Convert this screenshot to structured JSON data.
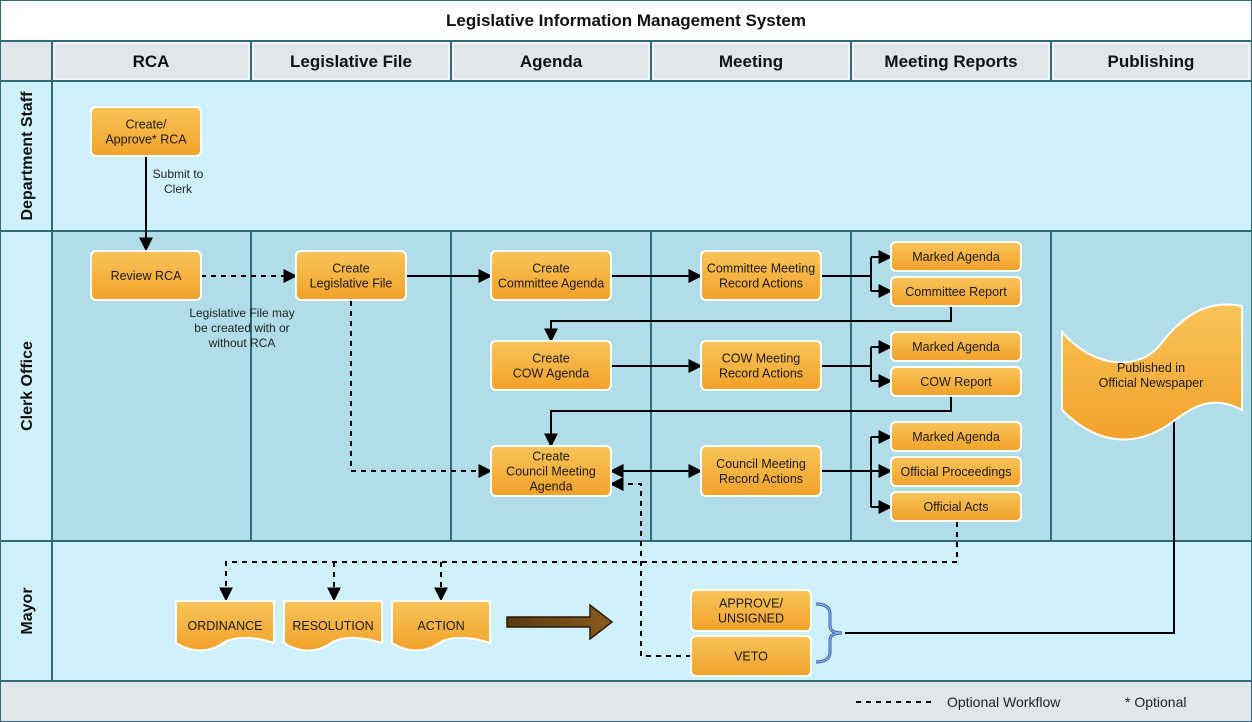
{
  "title": "Legislative Information Management System",
  "columns": [
    "RCA",
    "Legislative File",
    "Agenda",
    "Meeting",
    "Meeting Reports",
    "Publishing"
  ],
  "rows": [
    "Department Staff",
    "Clerk Office",
    "Mayor"
  ],
  "nodes": {
    "create_rca": [
      "Create/",
      "Approve* RCA"
    ],
    "review_rca": [
      "Review RCA"
    ],
    "create_leg_file": [
      "Create",
      "Legislative File"
    ],
    "create_committee_agenda": [
      "Create",
      "Committee Agenda"
    ],
    "committee_meeting": [
      "Committee Meeting",
      "Record Actions"
    ],
    "marked_agenda_1": [
      "Marked Agenda"
    ],
    "committee_report": [
      "Committee Report"
    ],
    "create_cow_agenda": [
      "Create",
      "COW Agenda"
    ],
    "cow_meeting": [
      "COW Meeting",
      "Record Actions"
    ],
    "marked_agenda_2": [
      "Marked Agenda"
    ],
    "cow_report": [
      "COW Report"
    ],
    "create_council_agenda": [
      "Create",
      "Council Meeting",
      "Agenda"
    ],
    "council_meeting": [
      "Council Meeting",
      "Record Actions"
    ],
    "marked_agenda_3": [
      "Marked Agenda"
    ],
    "official_proceedings": [
      "Official Proceedings"
    ],
    "official_acts": [
      "Official Acts"
    ],
    "published": [
      "Published in",
      "Official Newspaper"
    ],
    "ordinance": [
      "ORDINANCE"
    ],
    "resolution": [
      "RESOLUTION"
    ],
    "action": [
      "ACTION"
    ],
    "approve": [
      "APPROVE/",
      "UNSIGNED"
    ],
    "veto": [
      "VETO"
    ]
  },
  "notes": {
    "submit": [
      "Submit to",
      "Clerk"
    ],
    "legfile": [
      "Legislative File may",
      "be created with or",
      "without RCA"
    ]
  },
  "legend": {
    "optional_workflow": "Optional Workflow",
    "optional": "* Optional"
  },
  "colors": {
    "border": "#2f6b78",
    "header_bg": "#e1e6ea",
    "lane_light": "#cff1fb",
    "lane_dark": "#b0dde8",
    "box_fill_top": "#f9c45a",
    "box_fill_bottom": "#f2a22a",
    "box_stroke": "#ffffff"
  }
}
